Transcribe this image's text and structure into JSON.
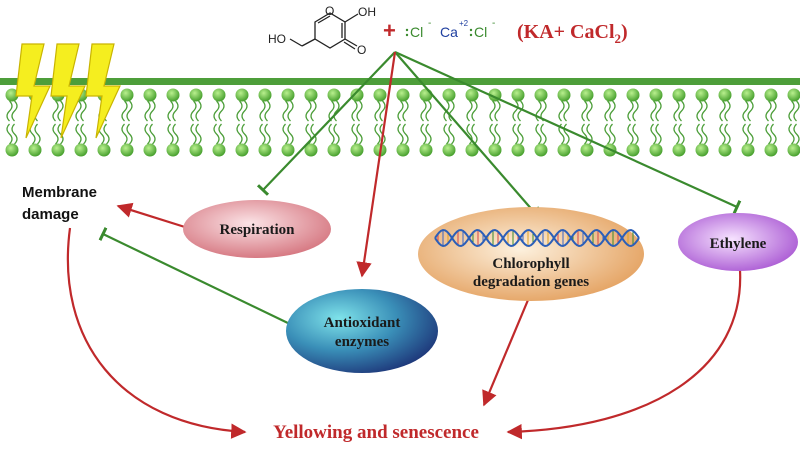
{
  "compound": {
    "hydroxy_label": "OH",
    "ketone_label": "O",
    "ring_o_label": "O",
    "alcohol_label": "HO",
    "plus": "+",
    "chloride_1": "Cl",
    "chloride_1_charge": "-",
    "calcium": "Ca",
    "calcium_charge": "+2",
    "chloride_2": "Cl",
    "chloride_2_charge": "-",
    "treatment_label": "(KA+ CaCl",
    "treatment_subscript": "2",
    "treatment_close": ")"
  },
  "nodes": {
    "membrane_damage_line1": "Membrane",
    "membrane_damage_line2": "damage",
    "respiration": "Respiration",
    "antioxidant_line1": "Antioxidant",
    "antioxidant_line2": "enzymes",
    "chlorophyll_line1": "Chlorophyll",
    "chlorophyll_line2": "degradation genes",
    "ethylene": "Ethylene",
    "outcome": "Yellowing and senescence"
  },
  "colors": {
    "inhibit": "#3a8a2e",
    "promote": "#c0292b",
    "membrane": "#4d9e3a",
    "lipid_head": "#6cc04a",
    "lightning": "#f5ee1f",
    "respiration_fill": "#e8a0a6",
    "antioxidant_fill": "#2f6a9e",
    "chlorophyll_fill": "#eab27a",
    "ethylene_fill": "#c07adf",
    "title_red": "#c0292b",
    "ion_green": "#3a8a2e",
    "ion_blue": "#1f3fa0"
  },
  "icons": [
    "lightning-bolt-icon",
    "dna-helix-icon"
  ]
}
